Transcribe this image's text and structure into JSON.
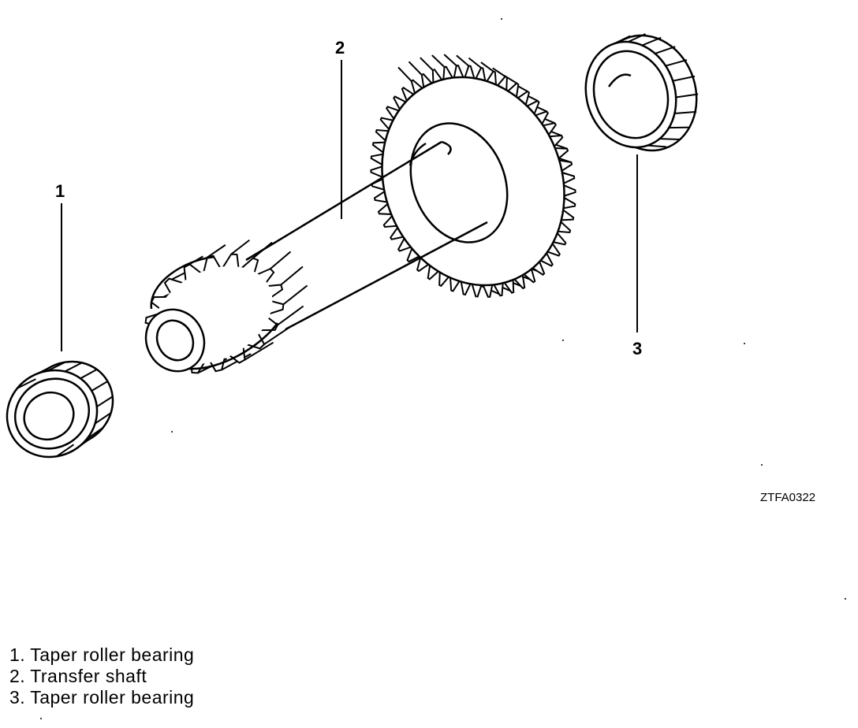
{
  "diagram": {
    "figure_code": "ZTFA0322",
    "callouts": [
      {
        "number": "1"
      },
      {
        "number": "2"
      },
      {
        "number": "3"
      }
    ]
  },
  "legend": {
    "items": [
      {
        "number": "1.",
        "label": "Taper roller bearing"
      },
      {
        "number": "2.",
        "label": "Transfer shaft"
      },
      {
        "number": "3.",
        "label": "Taper roller bearing"
      }
    ]
  },
  "colors": {
    "ink": "#000000",
    "paper": "#ffffff"
  }
}
